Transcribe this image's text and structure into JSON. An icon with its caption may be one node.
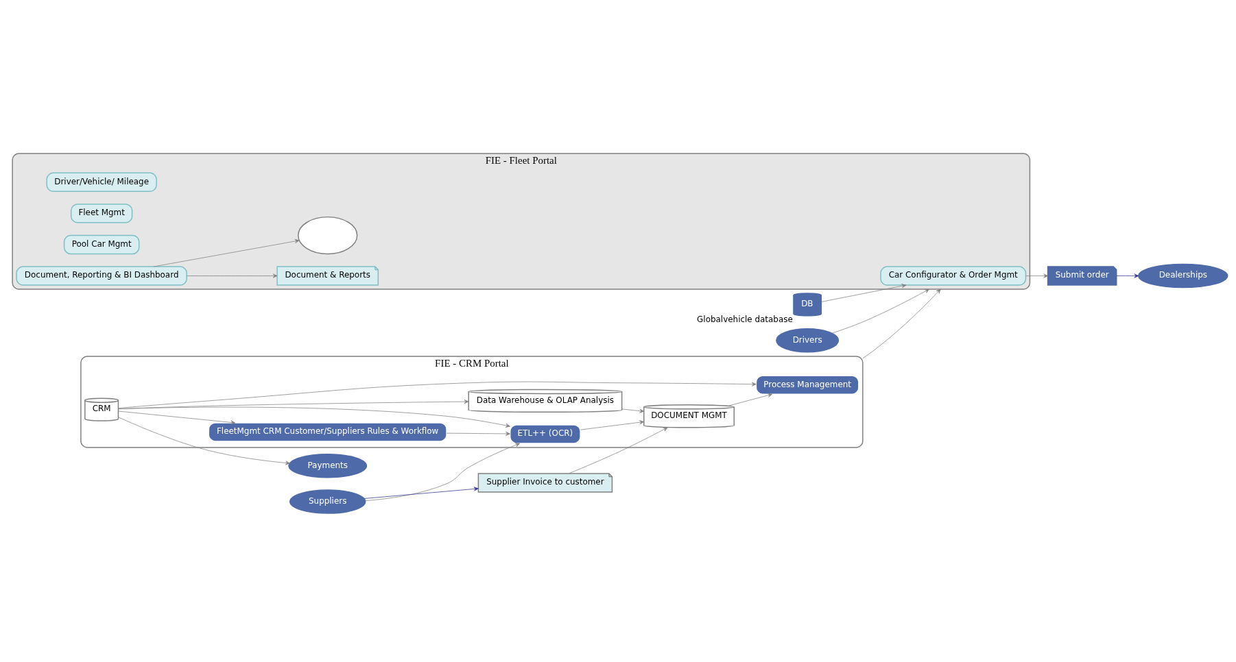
{
  "diagram": {
    "nodes": [
      {
        "text": [
          "Dealerships"
        ]
      },
      {
        "text": [
          "FIE - Fleet Portal"
        ]
      },
      {
        "text": [
          "Submit order"
        ]
      },
      {
        "text": [
          "Car Configurator & Order Mgmt"
        ],
        "in": 1
      },
      {
        "text": [
          "Driver/Vehicle/ Mileage"
        ],
        "in": 1
      },
      {
        "text": [
          "Fleet Mgmt"
        ],
        "in": 1
      },
      {
        "text": [
          "Pool Car Mgmt"
        ],
        "in": 1
      },
      {
        "text": [
          "DB"
        ],
        "beside": [
          "Globalvehicle database"
        ]
      },
      {
        "text": [
          "Document, Reporting & BI Dashboard"
        ],
        "in": 1
      },
      {
        "text": [
          "Drivers"
        ]
      },
      {
        "text": [
          "Document & Reports"
        ],
        "in": 1
      },
      {
        "text": [],
        "shape": "ellipse",
        "in": 1
      },
      {
        "text": [
          "FIE - CRM Portal"
        ]
      },
      {
        "text": [
          "Process Management"
        ],
        "in": 12
      },
      {
        "text": [
          "Data Warehouse & OLAP Analysis"
        ],
        "in": 12
      },
      {
        "text": [
          "CRM"
        ],
        "in": 12
      },
      {
        "text": [
          "FleetMgmt CRM Customer/Suppliers Rules & Workflow"
        ],
        "in": 12
      },
      {
        "text": [
          "ETL++ (OCR)"
        ],
        "in": 12
      },
      {
        "text": [
          "DOCUMENT MGMT"
        ],
        "in": 12
      },
      {
        "text": [
          "Payments"
        ]
      },
      {
        "text": [
          "Supplier Invoice to customer"
        ]
      },
      {
        "text": [
          "Suppliers"
        ]
      }
    ],
    "edges": [
      {
        "from": 2,
        "to": 0,
        "arrow": "to",
        "color": "#2e3192"
      },
      {
        "from": 3,
        "to": 2,
        "arrow": "to"
      },
      {
        "from": 7,
        "to": 3,
        "arrow": "to"
      },
      {
        "from": 9,
        "to": 1,
        "arrow": "to"
      },
      {
        "from": 8,
        "to": 10,
        "arrow": "to"
      },
      {
        "from": 8,
        "to": 11,
        "arrow": "to"
      },
      {
        "from": 12,
        "to": 1,
        "arrow": "to"
      },
      {
        "from": 14,
        "to": 18,
        "arrow": "to"
      },
      {
        "from": 15,
        "to": 14,
        "arrow": "to"
      },
      {
        "from": 15,
        "to": 13,
        "arrow": "to"
      },
      {
        "from": 15,
        "to": 16,
        "arrow": "to"
      },
      {
        "from": 15,
        "to": 17,
        "arrow": "to"
      },
      {
        "from": 16,
        "to": 17,
        "arrow": "to"
      },
      {
        "from": 17,
        "to": 18,
        "arrow": "to"
      },
      {
        "from": 18,
        "to": 13,
        "arrow": "to"
      },
      {
        "from": 15,
        "to": 19,
        "arrow": "to"
      },
      {
        "from": 20,
        "to": 18,
        "arrow": "to"
      },
      {
        "from": 21,
        "to": 20,
        "arrow": "to",
        "color": "#2e3192"
      },
      {
        "from": 21,
        "to": 17,
        "arrow": "to"
      }
    ]
  }
}
